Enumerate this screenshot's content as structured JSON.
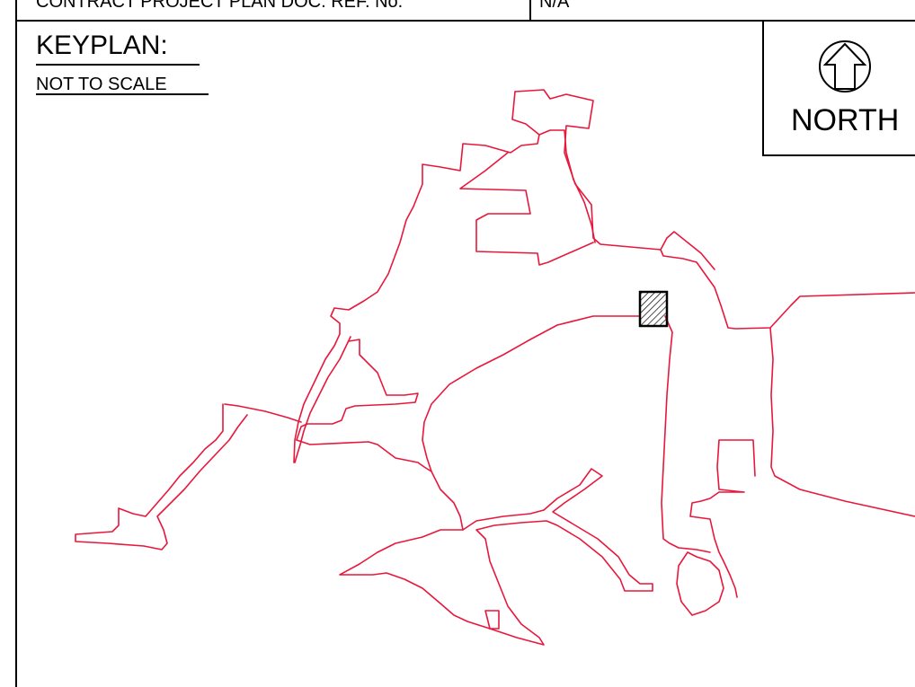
{
  "title_block": {
    "ref_label": "CONTRACT PROJECT PLAN DOC. REF. No.",
    "ref_value": "N/A"
  },
  "keyplan": {
    "title": "KEYPLAN:",
    "subtitle": "NOT TO SCALE"
  },
  "north_arrow": {
    "label": "NORTH",
    "icon": "north-arrow-icon"
  },
  "colors": {
    "route_line": "#e8173c",
    "ink": "#000000"
  }
}
